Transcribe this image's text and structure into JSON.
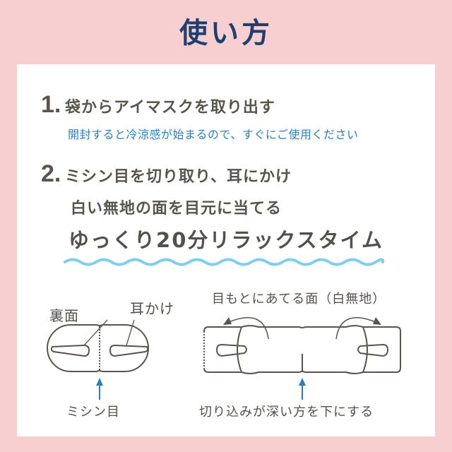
{
  "title": "使い方",
  "steps": [
    {
      "number": "1.",
      "text": "袋からアイマスクを取り出す",
      "note": "開封すると冷涼感が始まるので、すぐにご使用ください"
    },
    {
      "number": "2.",
      "line1": "ミシン目を切り取り、耳にかけ",
      "line2": "白い無地の面を目元に当てる"
    }
  ],
  "relax_text": "ゆっくり20分リラックスタイム",
  "diagram_left": {
    "back_label": "裏面",
    "ear_label": "耳かけ",
    "perforation_label": "ミシン目"
  },
  "diagram_right": {
    "face_label": "目もとにあてる面（白無地）",
    "cut_label": "切り込みが深い方を下にする"
  },
  "colors": {
    "background": "#f8cfd1",
    "title": "#1f3f6e",
    "text": "#5a554c",
    "note": "#2a7fc2",
    "wave": "#7fcdf2",
    "arrow": "#2a7fc2"
  }
}
